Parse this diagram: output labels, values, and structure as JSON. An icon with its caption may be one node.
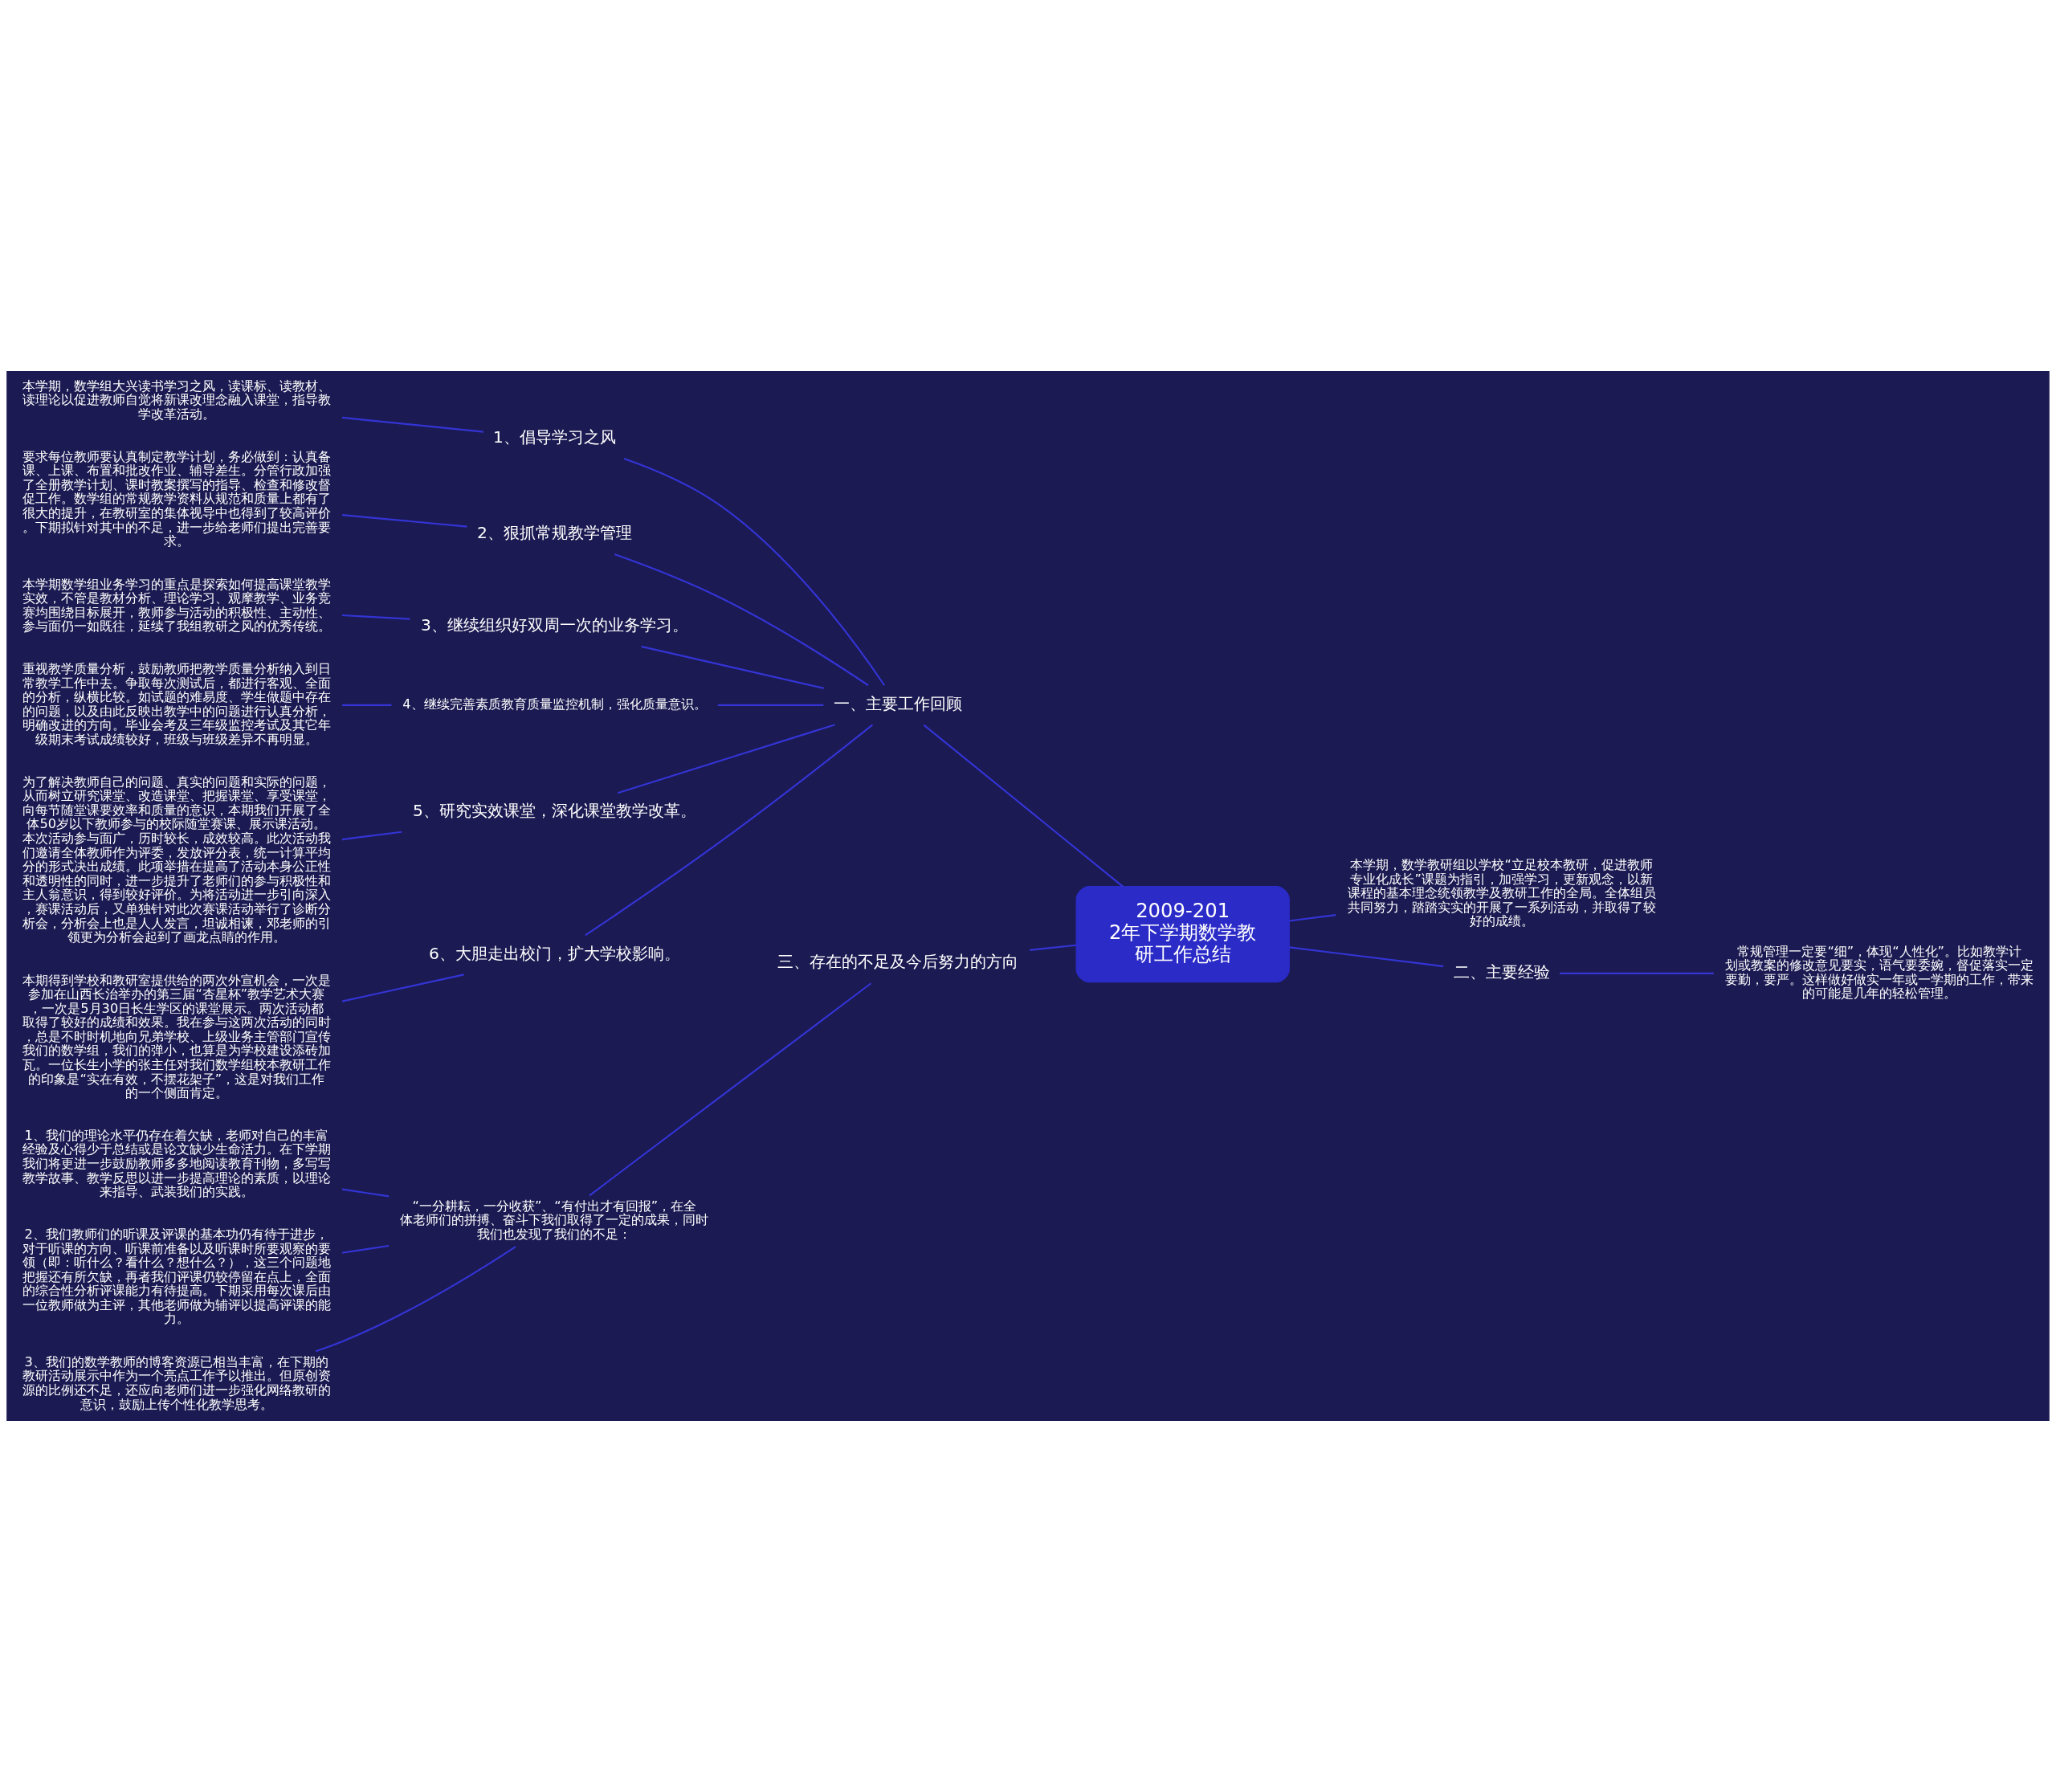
{
  "diagram": {
    "nodes": [
      {
        "text": [
          "2009-2012年下学期数学教研工作总结"
        ]
      },
      {
        "text": [
          "一、主要工作回顾"
        ]
      },
      {
        "text": [
          "1、倡导学习之风"
        ]
      },
      {
        "text": [
          "本学期，数学组大兴读书学习之风，读课标、读教材、读理论以促进教师自觉将新课改理念融入课堂，指导教学改革活动。"
        ]
      },
      {
        "text": [
          "2、狠抓常规教学管理"
        ]
      },
      {
        "text": [
          "要求每位教师要认真制定教学计划，务必做到：认真备课、上课、布置和批改作业、辅导差生。分管行政加强了全册教学计划、课时教案撰写的指导、检查和修改督促工作。数学组的常规教学资料从规范和质量上都有了很大的提升，在教研室的集体视导中也得到了较高评价。下期拟针对其中的不足，进一步给老师们提出完善要求。"
        ]
      },
      {
        "text": [
          "3、继续组织好双周一次的业务学习。"
        ]
      },
      {
        "text": [
          "本学期数学组业务学习的重点是探索如何提高课堂教学实效，不管是教材分析、理论学习、观摩教学、业务竞赛均围绕目标展开，教师参与活动的积极性、主动性、参与面仍一如既往，延续了我组教研之风的优秀传统。"
        ]
      },
      {
        "text": [
          "4、继续完善素质教育质量监控机制，强化质量意识。"
        ]
      },
      {
        "text": [
          "重视教学质量分析，鼓励教师把教学质量分析纳入到日常教学工作中去。争取每次测试后，都进行客观、全面的分析，纵横比较。如试题的难易度、学生做题中存在的问题，以及由此反映出教学中的问题进行认真分析，明确改进的方向。毕业会考及三年级监控考试及其它年级期末考试成绩较好，班级与班级差异不再明显。"
        ]
      },
      {
        "text": [
          "5、研究实效课堂，深化课堂教学改革。"
        ]
      },
      {
        "text": [
          "为了解决教师自己的问题、真实的问题和实际的问题，从而树立研究课堂、改造课堂、把握课堂、享受课堂，向每节随堂课要效率和质量的意识，本期我们开展了全体50岁以下教师参与的校际随堂赛课、展示课活动。本次活动参与面广，历时较长，成效较高。此次活动我们邀请全体教师作为评委，发放评分表，统一计算平均分的形式决出成绩。此项举措在提高了活动本身公正性和透明性的同时，进一步提升了老师们的参与积极性和主人翁意识，得到较好评价。为将活动进一步引向深入，赛课活动后，又单独针对此次赛课活动举行了诊断分析会，分析会上也是人人发言，坦诚相谏，邓老师的引领更为分析会起到了画龙点睛的作用。"
        ]
      },
      {
        "text": [
          "6、大胆走出校门，扩大学校影响。"
        ]
      },
      {
        "text": [
          "本期得到学校和教研室提供给的两次外宣机会，一次是参加在山西长治举办的第三届“杏星杯”教学艺术大赛，一次是5月30日长生学区的课堂展示。两次活动都取得了较好的成绩和效果。我在参与这两次活动的同时，总是不时时机地向兄弟学校、上级业务主管部门宣传我们的数学组，我们的弹小，也算是为学校建设添砖加瓦。一位长生小学的张主任对我们数学组校本教研工作的印象是“实在有效，不摆花架子”，这是对我们工作的一个侧面肯定。"
        ]
      },
      {
        "text": [
          "本学期，数学教研组以学校“立足校本教研，促进教师专业化成长”课题为指引，加强学习，更新观念，以新课程的基本理念统领教学及教研工作的全局。全体组员共同努力，踏踏实实的开展了一系列活动，并取得了较好的成绩。"
        ]
      },
      {
        "text": [
          "二、主要经验"
        ]
      },
      {
        "text": [
          "常规管理一定要“细”，体现“人性化”。比如教学计划或教案的修改意见要实，语气要委婉，督促落实一定要勤，要严。这样做好做实一年或一学期的工作，带来的可能是几年的轻松管理。"
        ]
      },
      {
        "text": [
          "三、存在的不足及今后努力的方向"
        ]
      },
      {
        "text": [
          "“一分耕耘，一分收获”、“有付出才有回报”，在全体老师们的拼搏、奋斗下我们取得了一定的成果，同时我们也发现了我们的不足："
        ]
      },
      {
        "text": [
          "1、我们的理论水平仍存在着欠缺，老师对自己的丰富经验及心得少于总结或是论文缺少生命活力。在下学期我们将更进一步鼓励教师多多地阅读教育刊物，多写写教学故事、教学反思以进一步提高理论的素质，以理论来指导、武装我们的实践。"
        ]
      },
      {
        "text": [
          "2、我们教师们的听课及评课的基本功仍有待于进步，对于听课的方向、听课前准备以及听课时所要观察的要领（即：听什么？看什么？想什么？），这三个问题地把握还有所欠缺，再者我们评课仍较停留在点上，全面的综合性分析评课能力有待提高。下期采用每次课后由一位教师做为主评，其他老师做为辅评以提高评课的能力。"
        ]
      },
      {
        "text": [
          "3、我们的数学教师的博客资源已相当丰富，在下期的教研活动展示中作为一个亮点工作予以推出。但原创资源的比例还不足，还应向老师们进一步强化网络教研的意识，鼓励上传个性化教学思考。"
        ]
      }
    ],
    "edges": [
      {
        "from": 0,
        "to": 1,
        "arrow": "none"
      },
      {
        "from": 1,
        "to": 2,
        "arrow": "none"
      },
      {
        "from": 2,
        "to": 3,
        "arrow": "none"
      },
      {
        "from": 1,
        "to": 4,
        "arrow": "none"
      },
      {
        "from": 4,
        "to": 5,
        "arrow": "none"
      },
      {
        "from": 1,
        "to": 6,
        "arrow": "none"
      },
      {
        "from": 6,
        "to": 7,
        "arrow": "none"
      },
      {
        "from": 1,
        "to": 8,
        "arrow": "none"
      },
      {
        "from": 8,
        "to": 9,
        "arrow": "none"
      },
      {
        "from": 1,
        "to": 10,
        "arrow": "none"
      },
      {
        "from": 10,
        "to": 11,
        "arrow": "none"
      },
      {
        "from": 1,
        "to": 12,
        "arrow": "none"
      },
      {
        "from": 12,
        "to": 13,
        "arrow": "none"
      },
      {
        "from": 0,
        "to": 14,
        "arrow": "none"
      },
      {
        "from": 0,
        "to": 15,
        "arrow": "none"
      },
      {
        "from": 15,
        "to": 16,
        "arrow": "none"
      },
      {
        "from": 0,
        "to": 17,
        "arrow": "none"
      },
      {
        "from": 17,
        "to": 18,
        "arrow": "none"
      },
      {
        "from": 18,
        "to": 19,
        "arrow": "none"
      },
      {
        "from": 18,
        "to": 20,
        "arrow": "none"
      },
      {
        "from": 18,
        "to": 21,
        "arrow": "none"
      }
    ]
  }
}
